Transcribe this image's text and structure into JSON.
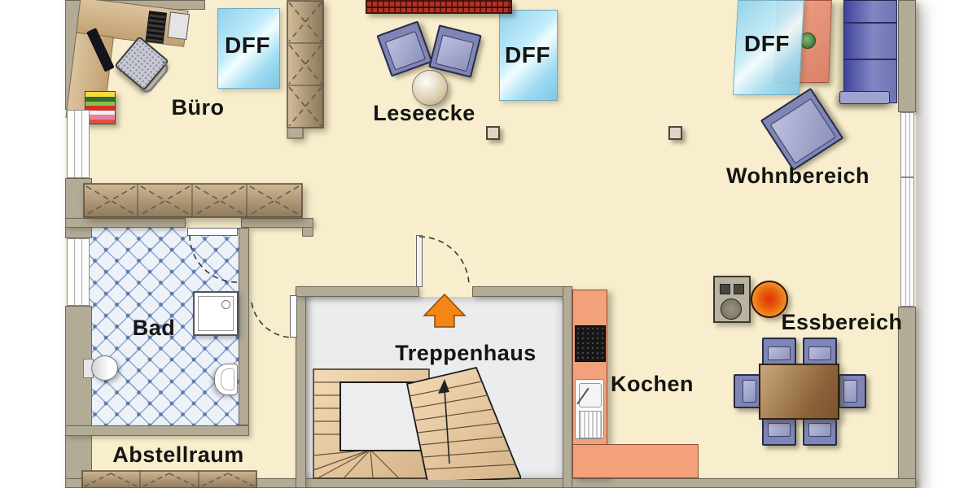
{
  "plan": {
    "type": "floor-plan",
    "language": "de",
    "rooms": [
      {
        "id": "buero",
        "label": "Büro"
      },
      {
        "id": "leseecke",
        "label": "Leseecke"
      },
      {
        "id": "wohnbereich",
        "label": "Wohnbereich"
      },
      {
        "id": "bad",
        "label": "Bad"
      },
      {
        "id": "treppenhaus",
        "label": "Treppenhaus"
      },
      {
        "id": "kochen",
        "label": "Kochen"
      },
      {
        "id": "essbereich",
        "label": "Essbereich"
      },
      {
        "id": "abstellraum",
        "label": "Abstellraum"
      }
    ],
    "skylights": {
      "label": "DFF",
      "count": 3
    },
    "colors": {
      "floor": "#f8eecd",
      "wall": "#b2ab96",
      "stair_room_floor": "#ebecee",
      "kitchen_counter": "#f2a17b",
      "bath_tile_base": "#edf2f8",
      "skylight_glass": "#9ed7ef",
      "furniture_blue": "#8287b6",
      "wood": "#c9a87a",
      "accent_orange": "#f28617"
    }
  }
}
